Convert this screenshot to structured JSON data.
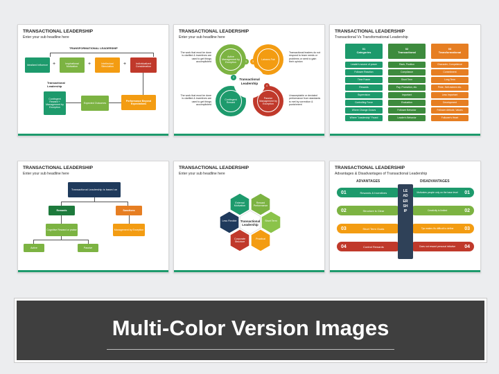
{
  "slides": [
    {
      "title": "TRANSACTIONAL LEADERSHIP",
      "subtitle": "Enter your sub headline here",
      "header": "TRANSFORMATIONAL LEADERSHIP",
      "boxes": [
        "Idealized Influence",
        "Inspirational Motivation",
        "Intellectual Stimulation",
        "Individualized Consideration"
      ],
      "side_label": "Transactional Leadership",
      "contingent": "Contingent Reward + Management by Exception",
      "expected": "Expected Outcomes",
      "performance": "Performance Beyond Expectations",
      "plus": "+",
      "colors": [
        "#1d9a6c",
        "#7cb342",
        "#f39c12",
        "#c0392b"
      ]
    },
    {
      "title": "TRANSACTIONAL LEADERSHIP",
      "subtitle": "Enter your sub headline here",
      "center": "Transactional Leadership",
      "quads": [
        {
          "num": "1",
          "label": "Active Management by Exception",
          "color": "#7cb342"
        },
        {
          "num": "2",
          "label": "Contingent Reward",
          "color": "#1d9a6c"
        },
        {
          "num": "3",
          "label": "Laissez-Fair",
          "color": "#f39c12"
        },
        {
          "num": "4",
          "label": "Passive Management by Exception",
          "color": "#c0392b"
        }
      ],
      "texts": [
        "The work that must be done is clarified & incentives are used to get things accomplished",
        "The work that must be done is clarified & incentives are used to get things accomplished",
        "Transactional leaders do not respond to team needs or problems or seek to gain their opinion",
        "Unacceptable or deviated performance from standards is met by correction & punishment"
      ]
    },
    {
      "title": "TRANSACTIONAL LEADERSHIP",
      "subtitle": "Transactional Vs Transformational Leadership",
      "columns": [
        {
          "num": "01",
          "name": "Categories",
          "color": "#1d9a6c",
          "items": [
            "Leader's source of power",
            "Follower Reaction",
            "Time Frame",
            "Rewards",
            "Supervision",
            "Controlling Force",
            "Where Change Occurs",
            "Where \"Leadership\" Found"
          ]
        },
        {
          "num": "02",
          "name": "Transactional",
          "color": "#3d8b3d",
          "items": [
            "Rank, Position",
            "Compliance",
            "Short Term",
            "Pay, Promotion, etc.",
            "Important",
            "Evaluation",
            "Follower Behavior",
            "Leader's Behavior"
          ]
        },
        {
          "num": "03",
          "name": "Transformational",
          "color": "#e67e22",
          "items": [
            "Character, Competence",
            "Commitment",
            "Long Term",
            "Pride, Self-esteem etc.",
            "Less Important",
            "Development",
            "Follower Attitude, Values",
            "Follower's Heart"
          ]
        }
      ]
    },
    {
      "title": "TRANSACTIONAL LEADERSHIP",
      "subtitle": "Enter your sub headline here",
      "root": "Transactional Leadership is based on",
      "rewards": "Rewards",
      "sanctions": "Sanctions",
      "cognitive": "Cognitive Reward or praise",
      "management": "Management by Exception",
      "active": "Active",
      "passive": "Passive"
    },
    {
      "title": "TRANSACTIONAL LEADERSHIP",
      "subtitle": "Enter your sub headline here",
      "center": "Transactional Leadership",
      "hexes": [
        {
          "label": "Reward Performance",
          "color": "#7cb342"
        },
        {
          "label": "Short Term",
          "color": "#8bc34a"
        },
        {
          "label": "Practical",
          "color": "#f39c12"
        },
        {
          "label": "Corporate Structure",
          "color": "#c0392b"
        },
        {
          "label": "Less Flexible",
          "color": "#1f3a5c"
        },
        {
          "label": "External Motivation",
          "color": "#1d9a6c"
        }
      ]
    },
    {
      "title": "TRANSACTIONAL LEADERSHIP",
      "subtitle": "Advantages & Disadvantages of Transactional Leadership",
      "adv_label": "ADVANTAGES",
      "dis_label": "DISADVANTAGES",
      "center_word": "LEADERSHIP",
      "rows": [
        {
          "num": "01",
          "adv": "Rewards & Incentives",
          "dis": "Motivates people only on the base level",
          "color": "#1d9a6c"
        },
        {
          "num": "02",
          "adv": "Structure is Clear",
          "dis": "Creativity is limited",
          "color": "#7cb342"
        },
        {
          "num": "03",
          "adv": "Short Term Goals",
          "dis": "Tys makes it's difficult to define",
          "color": "#f39c12"
        },
        {
          "num": "04",
          "adv": "Control Rewards",
          "dis": "Does not reward personal initiative",
          "color": "#c0392b"
        }
      ]
    }
  ],
  "banner": {
    "title": "Multi-Color Version Images"
  }
}
